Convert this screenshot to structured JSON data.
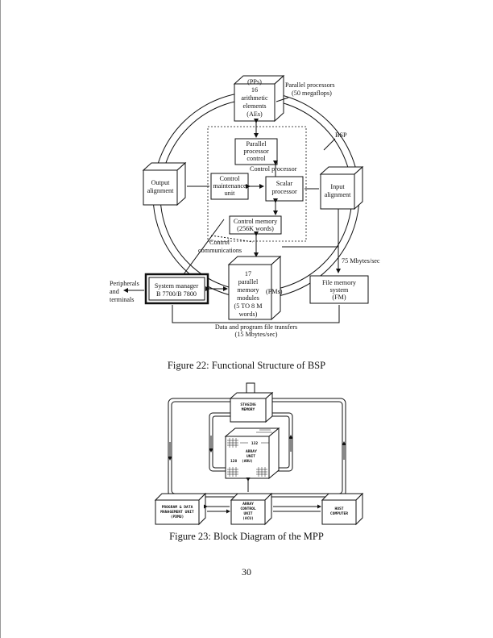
{
  "figure22": {
    "caption": "Figure 22: Functional Structure of BSP",
    "pp_box": [
      "(PPs)",
      "16",
      "arithmetic",
      "elements",
      "(AEs)"
    ],
    "pp_label": [
      "Parallel processors",
      "(50 megaflops)"
    ],
    "bsp_label": "BSP",
    "ppc_box": [
      "Parallel",
      "processor",
      "control"
    ],
    "control_processor_label": "Control processor",
    "cmu_box": [
      "Control",
      "maintenance",
      "unit"
    ],
    "scalar_box": [
      "Scalar",
      "processor"
    ],
    "cm_box": [
      "Control memory",
      "(256K words)"
    ],
    "output_box": [
      "Output",
      "alignment"
    ],
    "input_box": [
      "Input",
      "alignment"
    ],
    "control_comm_label": [
      "Control",
      "communications"
    ],
    "rate_label": "75 Mbytes/sec",
    "pm_box": [
      "17",
      "parallel",
      "memory",
      "modules",
      "(5 TO 8 M",
      "words)"
    ],
    "pms_label": "(PMs)",
    "peripherals_label": [
      "Peripherals",
      "and",
      "terminals"
    ],
    "sm_box": [
      "System manager",
      "B 7700/B 7800"
    ],
    "fm_box": [
      "File memory",
      "system",
      "(FM)"
    ],
    "transfer_label": [
      "Data and program file transfers",
      "(15 Mbytes/sec)"
    ]
  },
  "figure23": {
    "caption": "Figure 23: Block Diagram of the MPP",
    "staging": [
      "STAGING",
      "MEMORY"
    ],
    "aru": [
      "ARRAY",
      "UNIT",
      "(ARU)"
    ],
    "dim_132": "132",
    "dim_128": "128",
    "pdmu": [
      "PROGRAM & DATA",
      "MANAGEMENT UNIT",
      "(PDMU)"
    ],
    "acu": [
      "ARRAY",
      "CONTROL",
      "UNIT",
      "(ACU)"
    ],
    "host": [
      "HOST",
      "COMPUTER"
    ]
  },
  "page_number": "30"
}
